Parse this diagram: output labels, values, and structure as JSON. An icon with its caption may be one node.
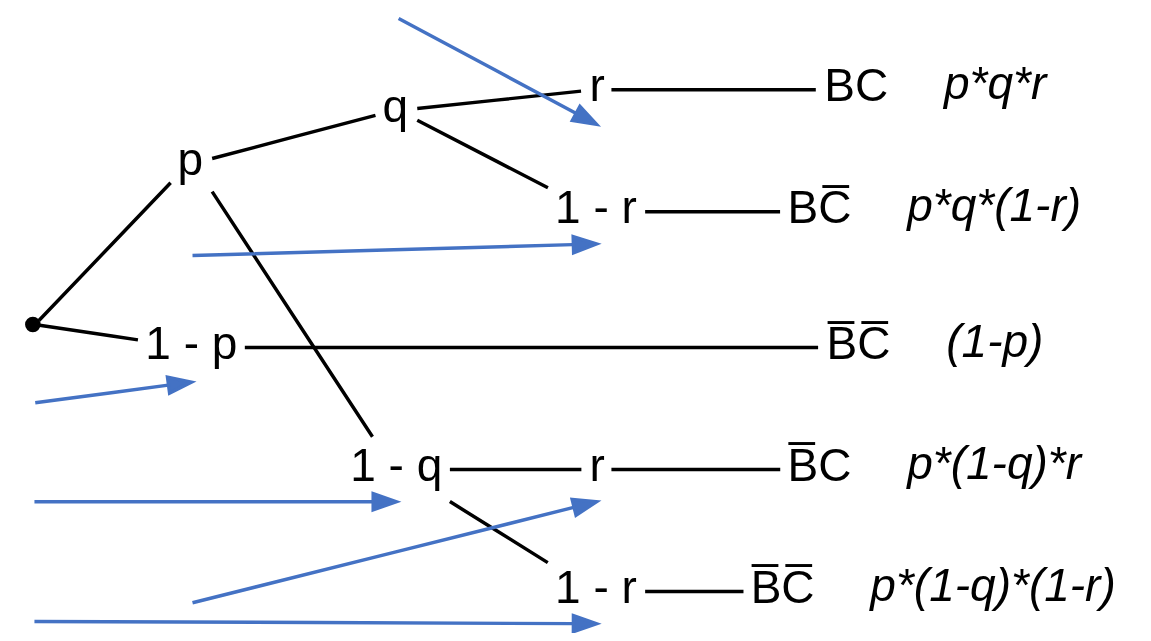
{
  "diagram": {
    "nodes": [
      {
        "text": [],
        "shape": "point"
      },
      {
        "text": [
          "p"
        ]
      },
      {
        "text": [
          "q"
        ]
      },
      {
        "text": [
          "r"
        ]
      },
      {
        "text": [
          "1 - r"
        ]
      },
      {
        "text": [
          "1 - q"
        ]
      },
      {
        "text": [
          "r"
        ]
      },
      {
        "text": [
          "1 - r"
        ]
      },
      {
        "text": [
          "1 - p"
        ]
      },
      {
        "text": [
          "BC"
        ],
        "beside": [
          "p*q*r"
        ]
      },
      {
        "text": [
          "BC̅"
        ],
        "beside": [
          "p*q*(1-r)"
        ]
      },
      {
        "text": [
          "B̅C"
        ],
        "beside": [
          "p*(1-q)*r"
        ]
      },
      {
        "text": [
          "B̅C̅"
        ],
        "beside": [
          "p*(1-q)*(1-r)"
        ]
      },
      {
        "text": [
          "B̅C̅"
        ],
        "beside": [
          "(1-p)"
        ]
      }
    ],
    "edges": [
      {
        "from": 0,
        "to": 1,
        "arrow": "none"
      },
      {
        "from": 0,
        "to": 8,
        "arrow": "none"
      },
      {
        "from": 1,
        "to": 2,
        "arrow": "none"
      },
      {
        "from": 1,
        "to": 5,
        "arrow": "none"
      },
      {
        "from": 2,
        "to": 3,
        "arrow": "none"
      },
      {
        "from": 2,
        "to": 4,
        "arrow": "none"
      },
      {
        "from": 5,
        "to": 6,
        "arrow": "none"
      },
      {
        "from": 5,
        "to": 7,
        "arrow": "none"
      },
      {
        "from": 3,
        "to": 9,
        "arrow": "none"
      },
      {
        "from": 4,
        "to": 10,
        "arrow": "none"
      },
      {
        "from": 6,
        "to": 11,
        "arrow": "none"
      },
      {
        "from": 7,
        "to": 12,
        "arrow": "none"
      },
      {
        "from": 8,
        "to": 13,
        "arrow": "none"
      },
      {
        "from": null,
        "to": 3,
        "arrow": "to",
        "color": "#4472c4"
      },
      {
        "from": null,
        "to": 4,
        "arrow": "to",
        "color": "#4472c4"
      },
      {
        "from": null,
        "to": 5,
        "arrow": "to",
        "color": "#4472c4"
      },
      {
        "from": null,
        "to": 6,
        "arrow": "to",
        "color": "#4472c4"
      },
      {
        "from": null,
        "to": 7,
        "arrow": "to",
        "color": "#4472c4"
      },
      {
        "from": null,
        "to": 8,
        "arrow": "to",
        "color": "#4472c4"
      }
    ]
  }
}
